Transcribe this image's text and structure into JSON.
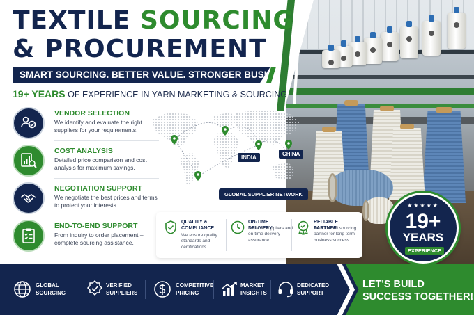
{
  "header": {
    "title_line1_part1": "TEXTILE",
    "title_line1_part2": "SOURCING",
    "title_line2": "& PROCUREMENT",
    "tagline": "SMART SOURCING. BETTER VALUE. STRONGER BUSINESS.",
    "experience_years": "19+ YEARS",
    "experience_text": "OF EXPERIENCE IN YARN MARKETING & SOURCING"
  },
  "colors": {
    "navy": "#13254e",
    "green": "#2e8b2e",
    "white": "#ffffff"
  },
  "services": [
    {
      "icon": "vendor-selection-icon",
      "title": "VENDOR SELECTION",
      "description": "We identify and evaluate the right suppliers for your requirements."
    },
    {
      "icon": "cost-analysis-icon",
      "title": "COST ANALYSIS",
      "description": "Detailed price comparison and cost analysis for maximum savings."
    },
    {
      "icon": "handshake-icon",
      "title": "NEGOTIATION SUPPORT",
      "description": "We negotiate the best prices and terms to protect your interests."
    },
    {
      "icon": "clipboard-icon",
      "title": "END-TO-END SUPPORT",
      "description": "From inquiry to order placement – complete sourcing assistance."
    }
  ],
  "map": {
    "labels": [
      "INDIA",
      "CHINA"
    ],
    "network_label": "GLOBAL SUPPLIER NETWORK"
  },
  "features": [
    {
      "icon": "shield-check-icon",
      "title": "QUALITY & COMPLIANCE",
      "description": "We ensure quality standards and certifications."
    },
    {
      "icon": "clock-icon",
      "title": "ON-TIME DELIVERY",
      "description": "Reliable suppliers and on-time delivery assurance."
    },
    {
      "icon": "award-icon",
      "title": "RELIABLE PARTNER",
      "description": "Your trusted sourcing partner for long term business success."
    }
  ],
  "seal": {
    "stars": "★★★★★",
    "number": "19+",
    "unit": "YEARS",
    "label": "EXPERIENCE"
  },
  "bottom_bar": [
    {
      "icon": "globe-icon",
      "label": "GLOBAL SOURCING"
    },
    {
      "icon": "verified-badge-icon",
      "label": "VERIFIED SUPPLIERS"
    },
    {
      "icon": "dollar-icon",
      "label": "COMPETITIVE PRICING"
    },
    {
      "icon": "bar-chart-icon",
      "label": "MARKET INSIGHTS"
    },
    {
      "icon": "headset-icon",
      "label": "DEDICATED SUPPORT"
    }
  ],
  "cta": {
    "text": "LET'S BUILD SUCCESS TOGETHER!"
  }
}
